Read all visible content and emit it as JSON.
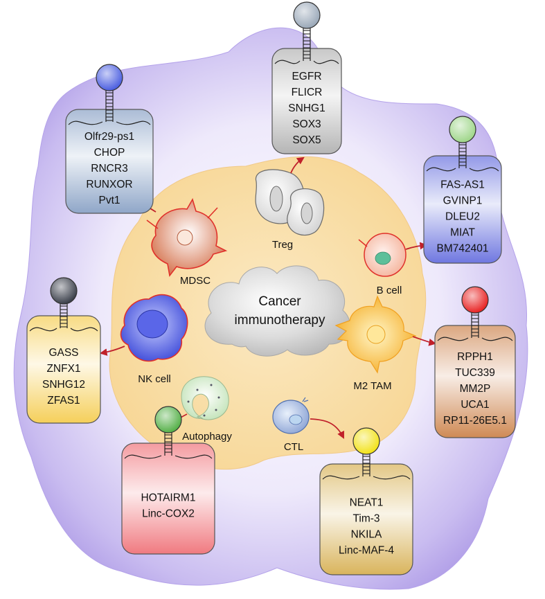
{
  "center": {
    "line1": "Cancer",
    "line2": "immunotherapy"
  },
  "cells": [
    {
      "id": "treg",
      "label": "Treg"
    },
    {
      "id": "mdsc",
      "label": "MDSC"
    },
    {
      "id": "bcell",
      "label": "B cell"
    },
    {
      "id": "nkcell",
      "label": "NK cell"
    },
    {
      "id": "m2tam",
      "label": "M2 TAM"
    },
    {
      "id": "autophagy",
      "label": "Autophagy"
    },
    {
      "id": "ctl",
      "label": "CTL"
    }
  ],
  "lncrna_boxes": [
    {
      "id": "treg",
      "genes": [
        "EGFR",
        "FLICR",
        "SNHG1",
        "SOX3",
        "SOX5"
      ],
      "color": "#b5b5b5",
      "ball": "#9aa8b8"
    },
    {
      "id": "mdsc",
      "genes": [
        "Olfr29-ps1",
        "CHOP",
        "RNCR3",
        "RUNXOR",
        "Pvt1"
      ],
      "color": "#8fa6c8",
      "ball": "#4b5ee0"
    },
    {
      "id": "bcell",
      "genes": [
        "FAS-AS1",
        "GVINP1",
        "DLEU2",
        "MIAT",
        "BM742401"
      ],
      "color": "#6f77e0",
      "ball": "#9fd68a"
    },
    {
      "id": "nkcell",
      "genes": [
        "GASS",
        "ZNFX1",
        "SNHG12",
        "ZFAS1"
      ],
      "color": "#f5cf5a",
      "ball": "#3a3f4a"
    },
    {
      "id": "m2tam",
      "genes": [
        "RPPH1",
        "TUC339",
        "MM2P",
        "UCA1",
        "RP11-26E5.1"
      ],
      "color": "#cf8a55",
      "ball": "#e82222"
    },
    {
      "id": "autophagy",
      "genes": [
        "HOTAIRM1",
        "Linc-COX2"
      ],
      "color": "#f07a80",
      "ball": "#55b048"
    },
    {
      "id": "ctl",
      "genes": [
        "NEAT1",
        "Tim-3",
        "NKILA",
        "Linc-MAF-4"
      ],
      "color": "#d9b45c",
      "ball": "#f2e21a"
    }
  ]
}
